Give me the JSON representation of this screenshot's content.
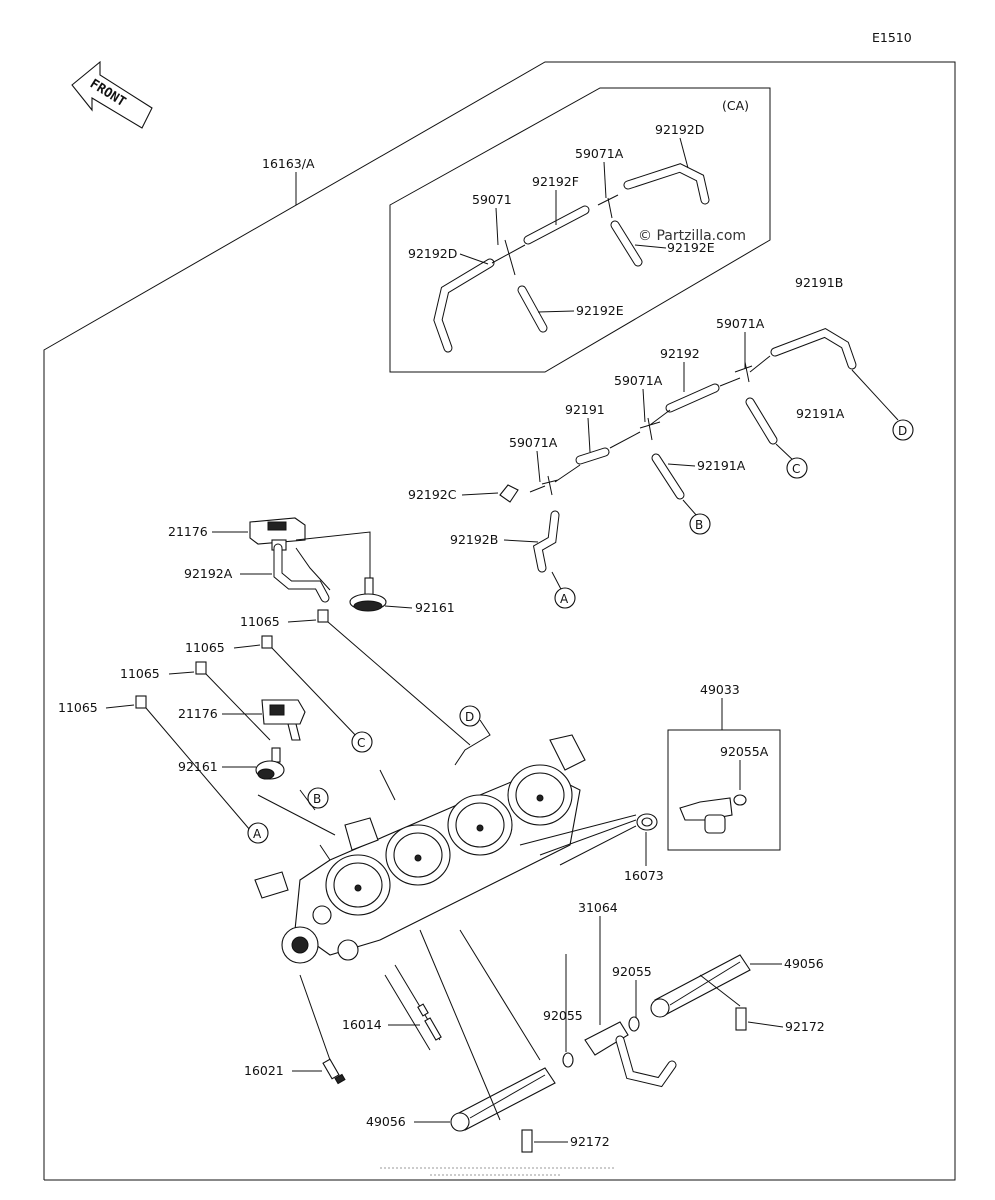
{
  "diagram_code": "E1510",
  "front_label": "FRONT",
  "watermark": "© Partzilla.com",
  "variant_label": "(CA)",
  "part_labels": {
    "p16163A": "16163/A",
    "p92192D_top": "92192D",
    "p59071A_top": "59071A",
    "p92192F": "92192F",
    "p59071": "59071",
    "p92192D_left": "92192D",
    "p92192E_right": "92192E",
    "p92192E_bottom": "92192E",
    "p92191B": "92191B",
    "p59071A_1": "59071A",
    "p92192": "92192",
    "p59071A_2": "59071A",
    "p92191": "92191",
    "p92191A_1": "92191A",
    "p59071A_3": "59071A",
    "p92191A_2": "92191A",
    "p92192C": "92192C",
    "p92192B": "92192B",
    "p21176_top": "21176",
    "p92192A": "92192A",
    "p92161_top": "92161",
    "p11065_1": "11065",
    "p11065_2": "11065",
    "p11065_3": "11065",
    "p11065_4": "11065",
    "p21176_mid": "21176",
    "p92161_mid": "92161",
    "p49033": "49033",
    "p92055A": "92055A",
    "p16073": "16073",
    "p31064": "31064",
    "p92055_right": "92055",
    "p92055_left": "92055",
    "p49056_right": "49056",
    "p92172_right": "92172",
    "p16014": "16014",
    "p16021": "16021",
    "p49056_left": "49056",
    "p92172_left": "92172"
  },
  "callouts": {
    "A_upper": "A",
    "B_upper": "B",
    "C_upper": "C",
    "D_upper": "D",
    "A_lower": "A",
    "B_lower": "B",
    "C_lower": "C",
    "D_lower": "D"
  }
}
